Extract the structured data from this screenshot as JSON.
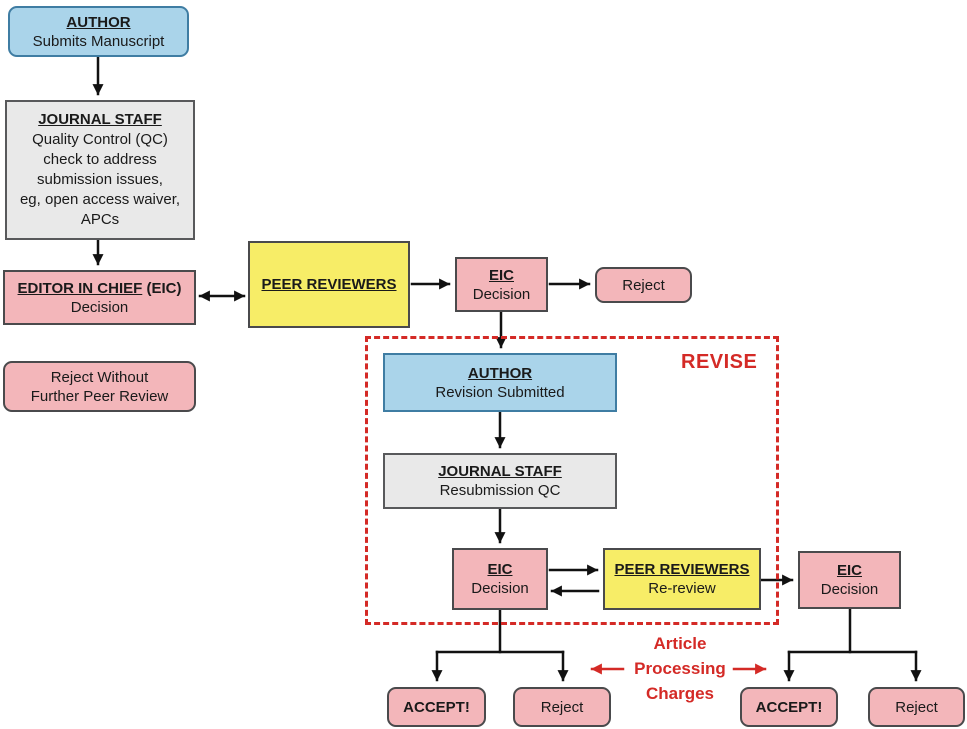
{
  "nodes": {
    "author_submit": {
      "title": "AUTHOR",
      "subtitle": "Submits Manuscript"
    },
    "journal_staff_qc": {
      "title": "JOURNAL STAFF",
      "lines": [
        "Quality Control (QC)",
        "check to address",
        "submission issues,",
        "eg, open access waiver,",
        "APCs"
      ]
    },
    "eic_decision_initial": {
      "title": "EDITOR IN CHIEF",
      "title_suffix": " (EIC)",
      "subtitle": "Decision"
    },
    "reject_without_review": {
      "lines": [
        "Reject Without",
        "Further Peer Review"
      ]
    },
    "peer_reviewers": {
      "title": "PEER REVIEWERS"
    },
    "eic_decision_first": {
      "title": "EIC",
      "subtitle": "Decision"
    },
    "reject_first": {
      "label": "Reject"
    },
    "revise": {
      "label": "REVISE"
    },
    "author_revision": {
      "title": "AUTHOR",
      "subtitle": "Revision Submitted"
    },
    "journal_staff_resubmission": {
      "title": "JOURNAL STAFF",
      "subtitle": "Resubmission QC"
    },
    "eic_decision_revision": {
      "title": "EIC",
      "subtitle": "Decision"
    },
    "peer_reviewers_rereview": {
      "title": "PEER REVIEWERS",
      "subtitle": "Re-review"
    },
    "eic_decision_rereview": {
      "title": "EIC",
      "subtitle": "Decision"
    },
    "accept_left": {
      "label": "ACCEPT!"
    },
    "reject_left": {
      "label": "Reject"
    },
    "apc": {
      "lines": [
        "Article",
        "Processing",
        "Charges"
      ]
    },
    "accept_right": {
      "label": "ACCEPT!"
    },
    "reject_right": {
      "label": "Reject"
    }
  },
  "colors": {
    "blue_fill": "#aad4ea",
    "gray_fill": "#e9e9e9",
    "pink_fill": "#f3b6ba",
    "yellow_fill": "#f7ed67",
    "red_accent": "#d42a26",
    "arrow": "#111111"
  }
}
